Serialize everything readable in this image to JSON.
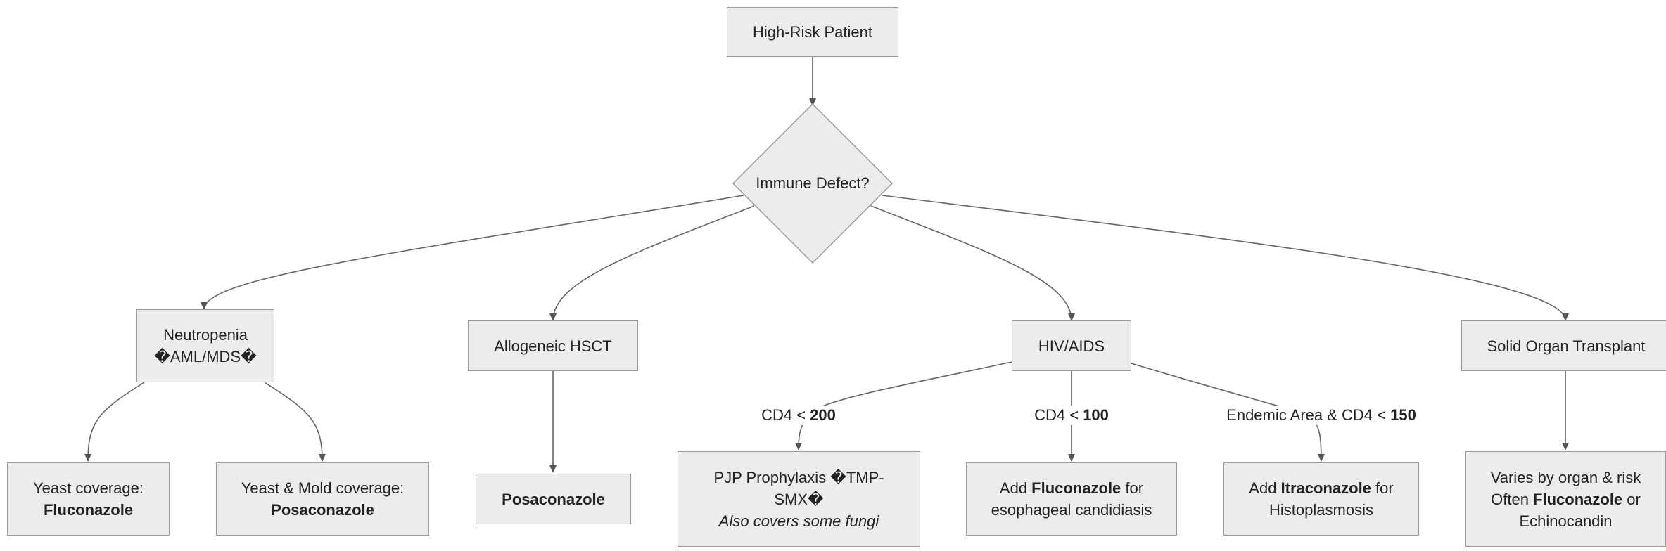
{
  "nodes": {
    "start": "High-Risk Patient",
    "decision": "Immune Defect?",
    "neutropenia": {
      "line1": "Neutropenia",
      "line2": "�AML/MDS�"
    },
    "hsct": "Allogeneic HSCT",
    "hiv": "HIV/AIDS",
    "sot": "Solid Organ Transplant",
    "yeast": {
      "line1": "Yeast coverage:",
      "drug": "Fluconazole"
    },
    "yeast_mold": {
      "line1": "Yeast & Mold coverage:",
      "drug": "Posaconazole"
    },
    "posa": {
      "drug": "Posaconazole"
    },
    "pjp": {
      "line1": "PJP Prophylaxis �TMP-",
      "line2": "SMX�",
      "line3": "Also covers some fungi"
    },
    "fluco_eso": {
      "pre": "Add ",
      "drug": "Fluconazole",
      "post": " for",
      "line2": "esophageal candidiasis"
    },
    "itra": {
      "pre": "Add ",
      "drug": "Itraconazole",
      "post": " for",
      "line2": "Histoplasmosis"
    },
    "varies": {
      "line1": "Varies by organ & risk",
      "pre": "Often ",
      "drug": "Fluconazole",
      "post": " or",
      "line3": "Echinocandin"
    }
  },
  "edge_labels": {
    "cd4_200": {
      "pre": "CD4 < ",
      "num": "200"
    },
    "cd4_100": {
      "pre": "CD4 < ",
      "num": "100"
    },
    "endemic": {
      "pre": "Endemic Area & CD4 < ",
      "num": "150"
    }
  },
  "colors": {
    "node_fill": "#ececec",
    "node_border": "#999999",
    "edge": "#555555"
  }
}
